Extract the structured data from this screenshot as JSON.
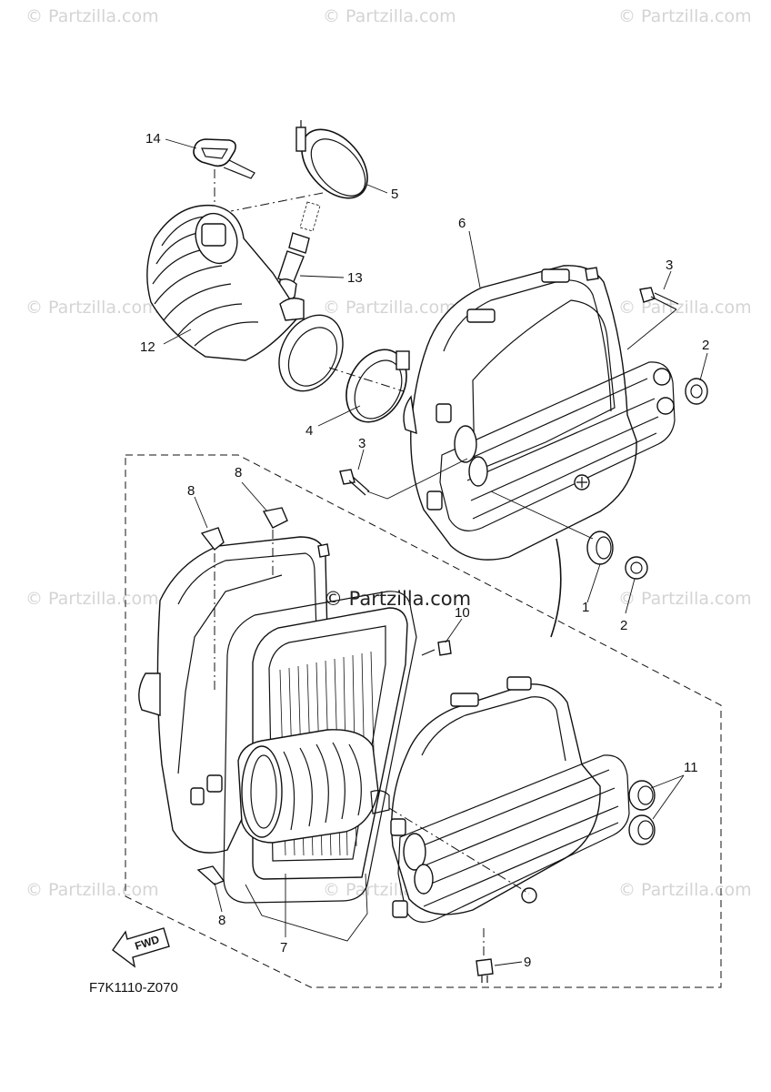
{
  "diagram": {
    "drawing_code": "F7K1110-Z070",
    "direction_label": "FWD",
    "center_watermark": "© Partzilla.com",
    "watermark_text": "© Partzilla.com",
    "callouts": [
      "14",
      "5",
      "13",
      "12",
      "6",
      "3",
      "2",
      "4",
      "3",
      "8",
      "8",
      "10",
      "1",
      "2",
      "11",
      "8",
      "7",
      "9"
    ]
  }
}
